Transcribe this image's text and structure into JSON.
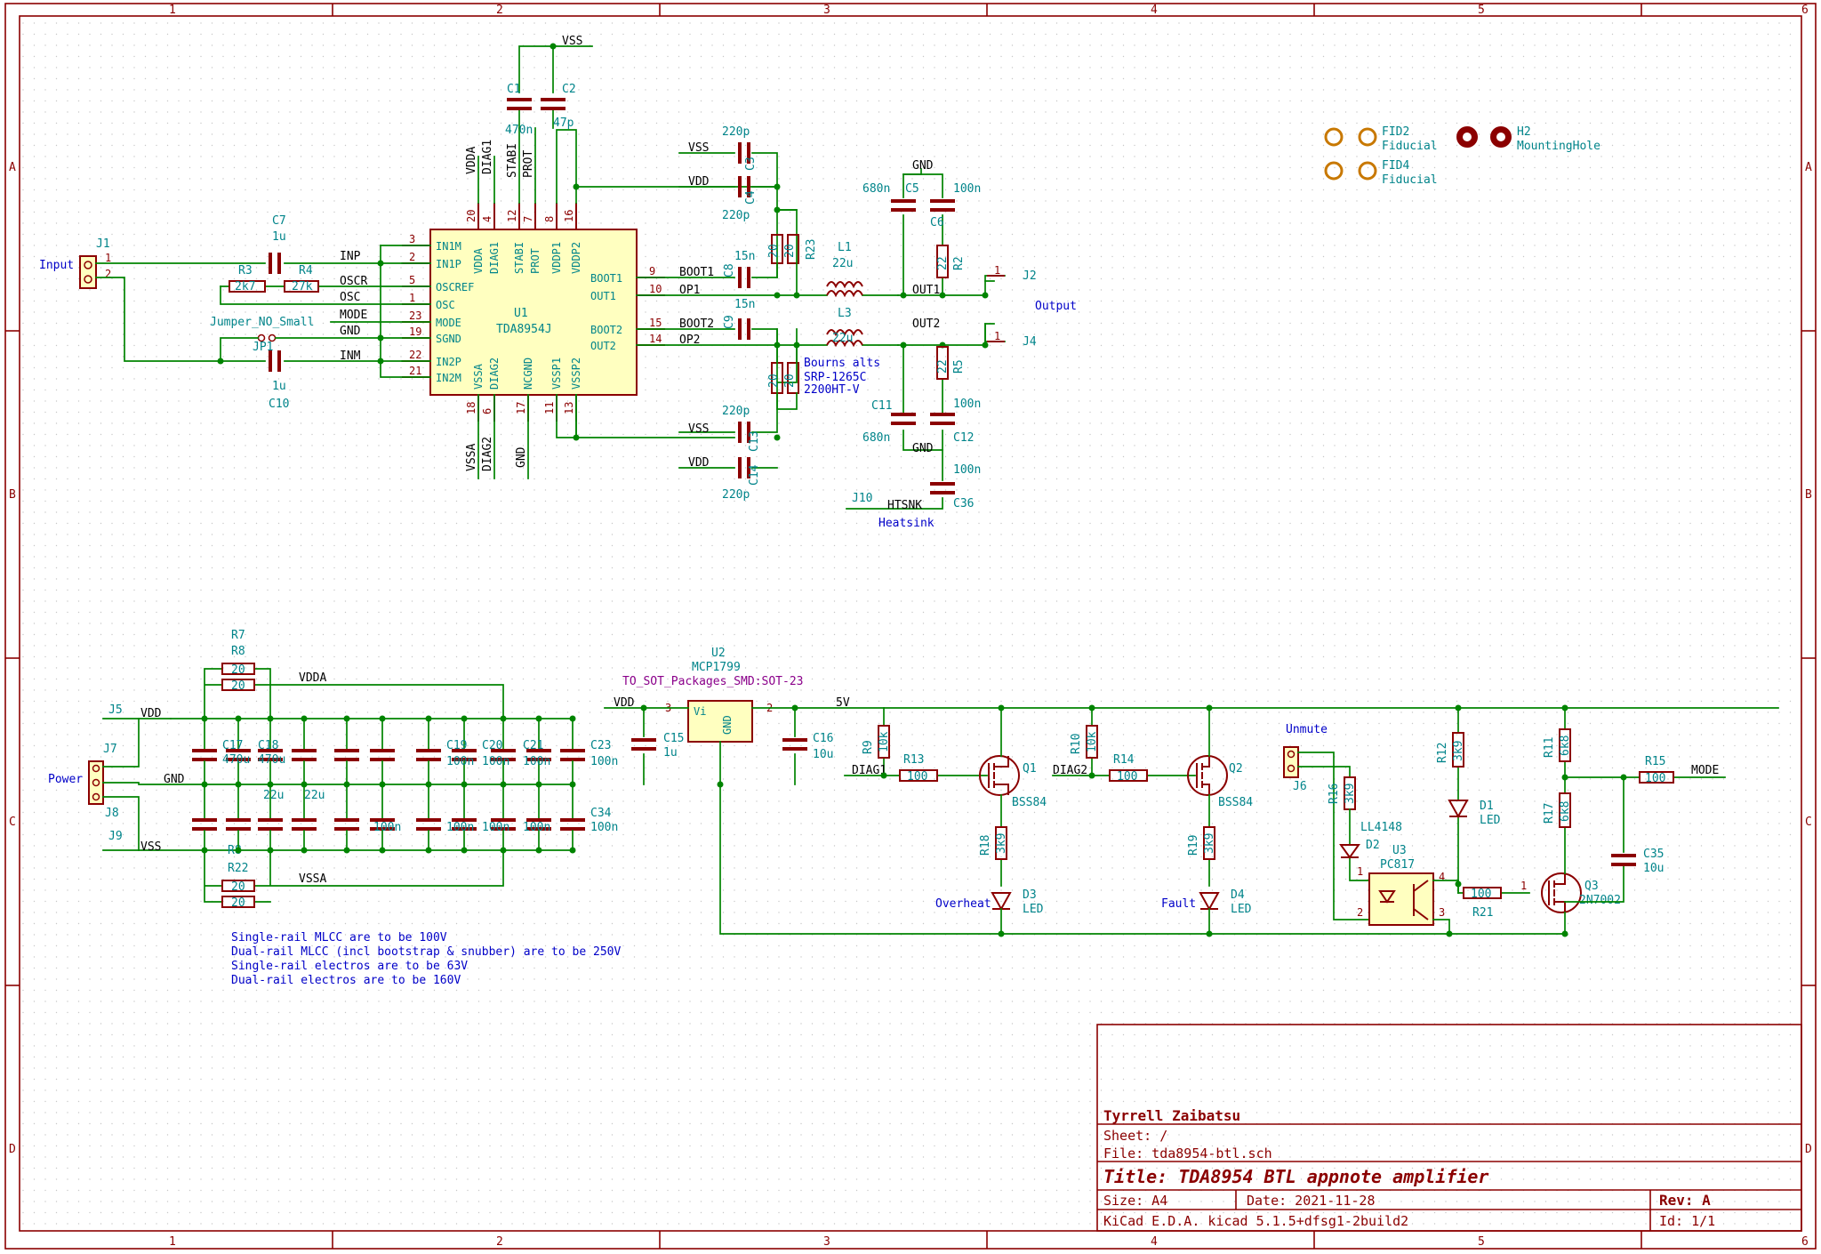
{
  "title_block": {
    "author": "Tyrrell Zaibatsu",
    "sheet": "Sheet: /",
    "file": "File: tda8954-btl.sch",
    "title": "Title: TDA8954 BTL appnote amplifier",
    "size": "Size: A4",
    "date": "Date: 2021-11-28",
    "rev": "Rev: A",
    "tool": "KiCad E.D.A.  kicad 5.1.5+dfsg1-2build2",
    "id": "Id: 1/1"
  },
  "border": {
    "cols": [
      "1",
      "2",
      "3",
      "4",
      "5",
      "6"
    ],
    "rows": [
      "A",
      "B",
      "C",
      "D"
    ]
  },
  "u1": {
    "ref": "U1",
    "value": "TDA8954J",
    "left_pins": [
      {
        "num": "3",
        "name": "IN1M"
      },
      {
        "num": "2",
        "name": "IN1P"
      },
      {
        "num": "5",
        "name": "OSCREF"
      },
      {
        "num": "1",
        "name": "OSC"
      },
      {
        "num": "23",
        "name": "MODE"
      },
      {
        "num": "19",
        "name": "SGND"
      },
      {
        "num": "22",
        "name": "IN2P"
      },
      {
        "num": "21",
        "name": "IN2M"
      }
    ],
    "top_pins": [
      {
        "num": "20",
        "name": "VDDA"
      },
      {
        "num": "4",
        "name": "DIAG1"
      },
      {
        "num": "12",
        "name": "STABI"
      },
      {
        "num": "7",
        "name": "PROT"
      },
      {
        "num": "8",
        "name": "VDDP1"
      },
      {
        "num": "16",
        "name": "VDDP2"
      }
    ],
    "right_pins": [
      {
        "num": "9",
        "name": "BOOT1"
      },
      {
        "num": "10",
        "name": "OUT1"
      },
      {
        "num": "15",
        "name": "BOOT2"
      },
      {
        "num": "14",
        "name": "OUT2"
      }
    ],
    "bottom_pins": [
      {
        "num": "18",
        "name": "VSSA"
      },
      {
        "num": "6",
        "name": "DIAG2"
      },
      {
        "num": "17",
        "name": "NCGND"
      },
      {
        "num": "11",
        "name": "VSSP1"
      },
      {
        "num": "13",
        "name": "VSSP2"
      }
    ]
  },
  "nets": {
    "inp": "INP",
    "inm": "INM",
    "oscr": "OSCR",
    "osc": "OSC",
    "mode": "MODE",
    "gnd": "GND",
    "vss": "VSS",
    "vdd": "VDD",
    "vdda": "VDDA",
    "vssa": "VSSA",
    "diag1": "DIAG1",
    "diag2": "DIAG2",
    "stabi": "STABI",
    "prot": "PROT",
    "boot1": "BOOT1",
    "boot2": "BOOT2",
    "op1": "OP1",
    "op2": "OP2",
    "out1": "OUT1",
    "out2": "OUT2",
    "htsnk": "HTSNK",
    "v5": "5V"
  },
  "labels": {
    "input": "Input",
    "output": "Output",
    "heatsink": "Heatsink",
    "power": "Power",
    "unmute": "Unmute",
    "overheat": "Overheat",
    "fault": "Fault",
    "bourns": "Bourns alts",
    "srp": "SRP-1265C",
    "s2200": "2200HT-V",
    "jumper": "Jumper_NO_Small",
    "u2fp": "TO_SOT_Packages_SMD:SOT-23"
  },
  "notes": [
    "Single-rail MLCC are to be 100V",
    "Dual-rail MLCC (incl bootstrap & snubber) are to be 250V",
    "Single-rail electros are to be 63V",
    "Dual-rail electros are to be 160V"
  ],
  "refs": {
    "J1": "J1",
    "J2": "J2",
    "J4": "J4",
    "J5": "J5",
    "J6": "J6",
    "J7": "J7",
    "J8": "J8",
    "J9": "J9",
    "J10": "J10",
    "JP1": "JP1",
    "C1": "C1",
    "C2": "C2",
    "C3": "C3",
    "C4": "C4",
    "C5": "C5",
    "C6": "C6",
    "C7": "C7",
    "C8": "C8",
    "C9": "C9",
    "C10": "C10",
    "C11": "C11",
    "C12": "C12",
    "C13": "C13",
    "C14": "C14",
    "C15": "C15",
    "C16": "C16",
    "C17": "C17",
    "C18": "C18",
    "C19": "C19",
    "C20": "C20",
    "C21": "C21",
    "C23": "C23",
    "C34": "C34",
    "C35": "C35",
    "C36": "C36",
    "R2": "R2",
    "R3": "R3",
    "R4": "R4",
    "R5": "R5",
    "R7": "R7",
    "R8": "R8",
    "R9": "R9",
    "R10": "R10",
    "R11": "R11",
    "R12": "R12",
    "R13": "R13",
    "R14": "R14",
    "R15": "R15",
    "R16": "R16",
    "R17": "R17",
    "R18": "R18",
    "R19": "R19",
    "R21": "R21",
    "R22": "R22",
    "R23": "R23",
    "L1": "L1",
    "L3": "L3",
    "U2": "U2",
    "U3": "U3",
    "Q1": "Q1",
    "Q2": "Q2",
    "Q3": "Q3",
    "D1": "D1",
    "D2": "D2",
    "D3": "D3",
    "D4": "D4",
    "FID2": "FID2",
    "FID4": "FID4",
    "H2": "H2"
  },
  "values": {
    "470n": "470n",
    "47p": "47p",
    "220p": "220p",
    "680n": "680n",
    "100n": "100n",
    "1u": "1u",
    "15n": "15n",
    "22u": "22u",
    "2k7": "2k7",
    "27k": "27k",
    "20": "20",
    "22": "22",
    "10k": "10k",
    "100": "100",
    "3k9": "3k9",
    "6k8": "6k8",
    "10u": "10u",
    "470u": "470u",
    "BSS84": "BSS84",
    "2N7002": "2N7002",
    "MCP1799": "MCP1799",
    "PC817": "PC817",
    "LL4148": "LL4148",
    "LED": "LED",
    "Fiducial": "Fiducial",
    "MountingHole": "MountingHole"
  }
}
